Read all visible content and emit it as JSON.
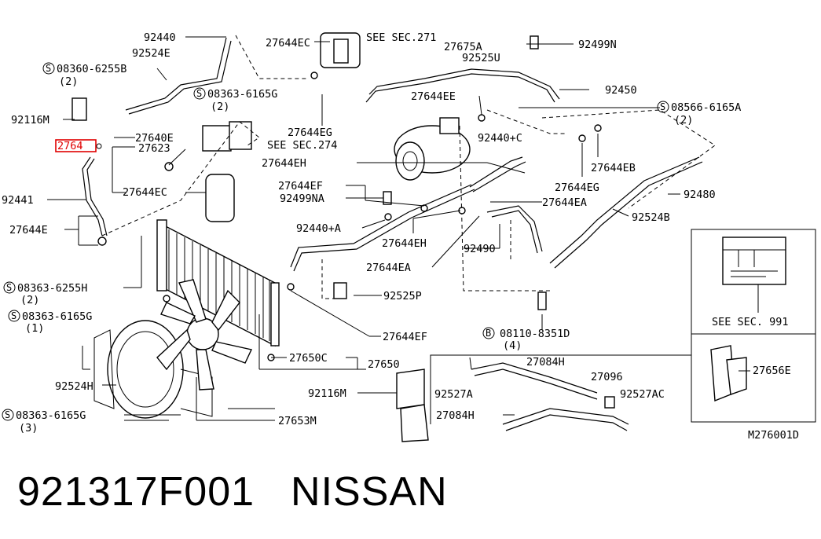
{
  "diagram_code": "M276001D",
  "highlighted_part": "2764",
  "caption": {
    "part_number": "921317F001",
    "brand": "NISSAN"
  },
  "labels": {
    "l1": "92440",
    "l2": "92524E",
    "l3": "08360-6255B",
    "l4": "(2)",
    "l5": "92116M",
    "l6": "27640E",
    "l7": "27623",
    "l8": "92441",
    "l9": "27644E",
    "l10": "27644EC",
    "l11": "08363-6165G",
    "l12": "(2)",
    "l13": "27644EC",
    "l14": "SEE SEC.271",
    "l15": "27675A",
    "l16": "92525U",
    "l17": "92499N",
    "l18": "92450",
    "l19": "27644EE",
    "l20": "08566-6165A",
    "l21": "(2)",
    "l22": "27644EG",
    "l23": "SEE SEC.274",
    "l24": "92440+C",
    "l25": "27644EH",
    "l26": "27644EB",
    "l27": "27644EF",
    "l28": "27644EG",
    "l29": "92480",
    "l30": "92499NA",
    "l31": "27644EA",
    "l32": "92524B",
    "l33": "92440+A",
    "l34": "27644EH",
    "l35": "92490",
    "l36": "27644EA",
    "l37": "08363-6255H",
    "l38": "(2)",
    "l39": "92525P",
    "l40": "08363-6165G",
    "l41": "(1)",
    "l42": "27644EF",
    "l43": "08110-8351D",
    "l44": "(4)",
    "l45": "27650C",
    "l46": "27650",
    "l47": "27084H",
    "l48": "27096",
    "l49": "92524H",
    "l50": "92527A",
    "l51": "92527AC",
    "l52": "92116M",
    "l53": "08363-6165G",
    "l54": "(3)",
    "l55": "27084H",
    "l56": "27653M",
    "l57": "27656E",
    "l58": "SEE SEC. 991"
  },
  "bolt_prefix_s": "S",
  "bolt_prefix_b": "B"
}
